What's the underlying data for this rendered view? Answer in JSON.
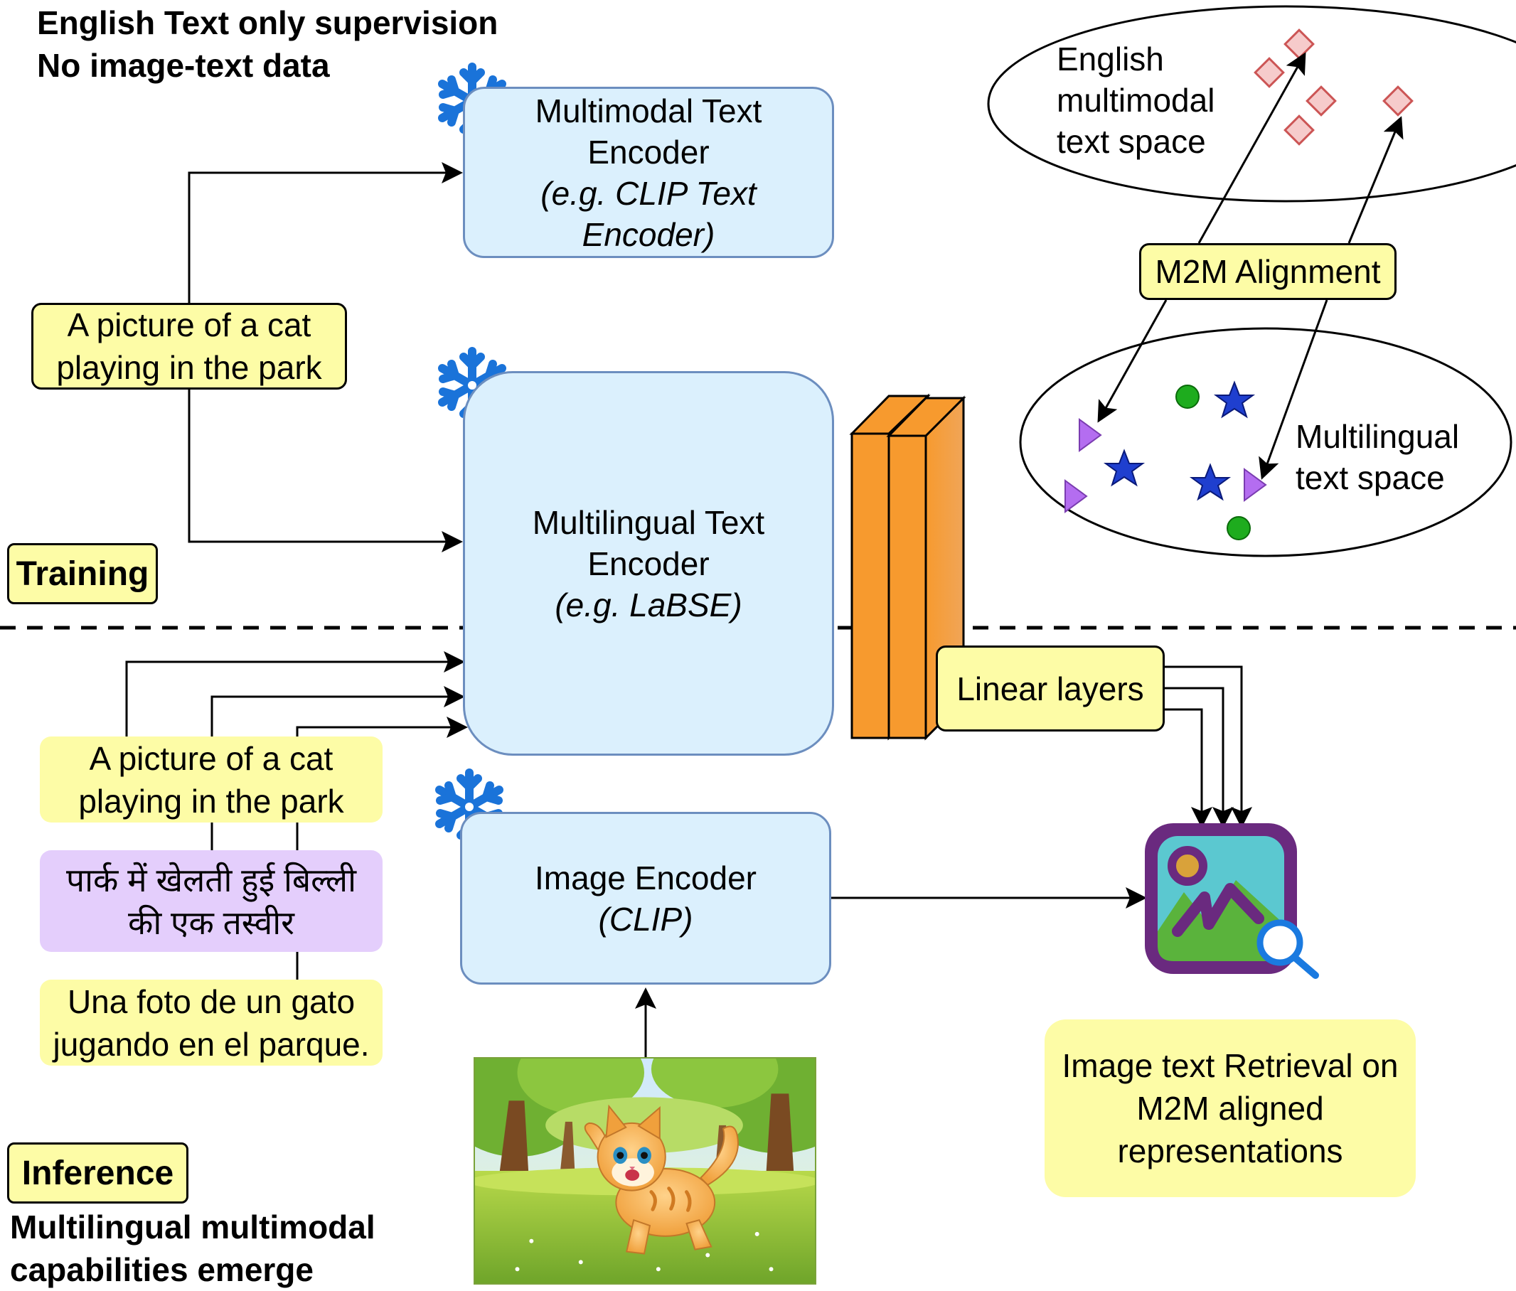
{
  "notes": {
    "top": [
      "English Text only supervision",
      "No image-text data"
    ],
    "bottom": [
      "Multilingual multimodal",
      "capabilities emerge"
    ]
  },
  "tags": {
    "training": "Training",
    "inference": "Inference"
  },
  "encoders": {
    "multimodal_text": {
      "line1": "Multimodal Text",
      "line2": "Encoder",
      "example1": "(e.g. CLIP Text",
      "example2": "Encoder)"
    },
    "multilingual_text": {
      "line1": "Multilingual Text",
      "line2": "Encoder",
      "example": "(e.g. LaBSE)"
    },
    "image": {
      "line1": "Image Encoder",
      "example": "(CLIP)"
    }
  },
  "captions": {
    "training": [
      "A picture of a cat",
      "playing in the park"
    ],
    "inference_en": [
      "A picture of a cat",
      "playing in the park"
    ],
    "inference_hi": [
      "पार्क में खेलती हुई बिल्ली",
      "की एक तस्वीर"
    ],
    "inference_es": [
      "Una foto de un gato",
      "jugando en el parque."
    ]
  },
  "linear_layers": "Linear layers",
  "m2m_alignment": "M2M Alignment",
  "spaces": {
    "english": [
      "English",
      "multimodal",
      "text space"
    ],
    "multilingual": [
      "Multilingual",
      "text space"
    ]
  },
  "retrieval": [
    "Image text Retrieval on",
    "M2M aligned",
    "representations"
  ],
  "icons": [
    "snowflake-icon",
    "image-search-icon"
  ],
  "colors": {
    "encoder_fill": "#dbf0fd",
    "encoder_border": "#6c8ebf",
    "label_yellow": "#fdfca6",
    "hindi_purple": "#e4cefc",
    "linear_orange": "#f79a2e",
    "snowflake_blue": "#1a73d9",
    "diamond": "#f6cbcb",
    "triangle": "#b46df0",
    "star": "#1f3fcf",
    "circle": "#1eac1e"
  }
}
